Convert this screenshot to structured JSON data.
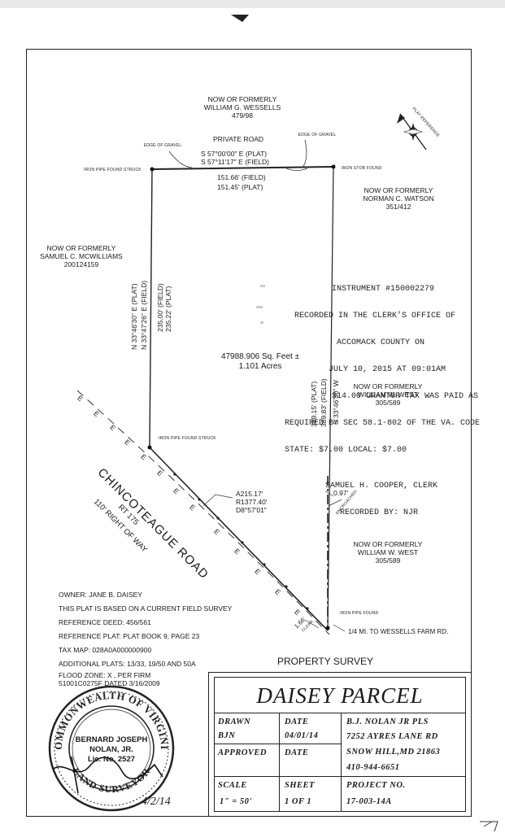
{
  "parcels": {
    "north": {
      "line1": "NOW OR FORMERLY",
      "line2": "WILLIAM G. WESSELLS",
      "line3": "479/98"
    },
    "east": {
      "line1": "NOW OR FORMERLY",
      "line2": "NORMAN C. WATSON",
      "line3": "351/412"
    },
    "west": {
      "line1": "NOW OR FORMERLY",
      "line2": "SAMUEL C. MCWILLIAMS",
      "line3": "200124159"
    },
    "southeast1": {
      "line1": "NOW OR FORMERLY",
      "line2": "WILLIAM W. WEST",
      "line3": "305/589"
    },
    "southeast2": {
      "line1": "NOW OR FORMERLY",
      "line2": "WILLIAM W. WEST",
      "line3": "305/589"
    }
  },
  "road": {
    "private": "PRIVATE ROAD",
    "edge_gravel_left": "EDGE OF GRAVEL",
    "edge_gravel_right": "EDGE OF GRAVEL",
    "bearing_plat": "S 57°00'00\" E (PLAT)",
    "bearing_field": "S 57°11'17\" E (FIELD)",
    "dist_field": "151.66' (FIELD)",
    "dist_plat": "151.45'  (PLAT)",
    "name": "CHINCOTEAGUE ROAD",
    "rt": "RT 175",
    "row": "110' RIGHT OF WAY",
    "e_marker": "E"
  },
  "markers": {
    "pipe_nw": "IRON PIPE FOUND STRUCK",
    "stob_ne": "IRON STOB FOUND",
    "pipe_sw": "IRON PIPE FOUND STRUCK",
    "pipe_se": "IRON PIPE FOUND",
    "plat_ref": "PLAT REFERENCE",
    "encroached": "ENCROACHED",
    "offset": "0.97'",
    "corner_dist": "1.66'",
    "corner_label": "CLEAR"
  },
  "west_line": {
    "b1": "N 33°46'30\" E (PLAT)",
    "b2": "N 33°47'26\" E (FIELD)",
    "d1": "235.00' (FIELD)",
    "d2": "235.22' (PLAT)"
  },
  "east_line": {
    "d1": "389.15' (PLAT)",
    "d2": "389.83' (FIELD)",
    "bearing": "S 33°46'30\" W"
  },
  "area": {
    "sqft": "47988.906 Sq. Feet ±",
    "acres": "1.101 Acres"
  },
  "curve": {
    "arc": "A215.17'",
    "radius": "R1377.40'",
    "delta": "D8°57'01\""
  },
  "wessells_note": "1/4 MI. TO WESSELLS FARM RD.",
  "recording": {
    "l1": "INSTRUMENT #150002279",
    "l2": "RECORDED IN THE CLERK'S OFFICE OF",
    "l3": "ACCOMACK COUNTY ON",
    "l4": "JULY 10, 2015 AT 09:01AM",
    "l5": "$14.00 GRANTOR TAX WAS PAID AS",
    "l6": "REQUIRED BY SEC 58.1-802 OF THE VA. CODE",
    "l7": "STATE:       $7.00  LOCAL:         $7.00",
    "l8": "SAMUEL H. COOPER, CLERK",
    "l9": "RECORDED BY: NJR"
  },
  "notes": [
    "OWNER: JANE B. DAISEY",
    "THIS PLAT IS BASED ON A CURRENT FIELD SURVEY",
    "REFERENCE DEED: 456/561",
    "REFERENCE PLAT: PLAT BOOK 9, PAGE 23",
    "TAX MAP: 028A0A000000900",
    "ADDITIONAL PLATS: 13/33, 19/50 AND 50A"
  ],
  "flood": {
    "l1": "FLOOD ZONE: X , PER FIRM",
    "l2": "51001C0275F DATED 3/16/2009"
  },
  "survey_label": "PROPERTY SURVEY",
  "title_block": {
    "title": "DAISEY PARCEL",
    "drawn_label": "DRAWN",
    "drawn_value": "BJN",
    "date_label": "DATE",
    "date_value": "04/01/14",
    "approved_label": "APPROVED",
    "date2_label": "DATE",
    "scale_label": "SCALE",
    "scale_value": "1\" = 50'",
    "sheet_label": "SHEET",
    "sheet_value": "1 OF 1",
    "project_label": "PROJECT NO.",
    "project_value": "17-003-14A",
    "firm1": "B.J. NOLAN JR PLS",
    "firm2": "7252 AYRES LANE RD",
    "firm3": "SNOW HILL,MD 21863",
    "firm4": "410-944-6651"
  },
  "seal": {
    "ring_top": "COMMONWEALTH OF VIRGINIA",
    "ring_bottom": "LAND SURVEYOR",
    "name1": "BERNARD JOSEPH",
    "name2": "NOLAN, JR.",
    "lic": "Lic. No. 2527",
    "sig_date": "4/2/14"
  }
}
